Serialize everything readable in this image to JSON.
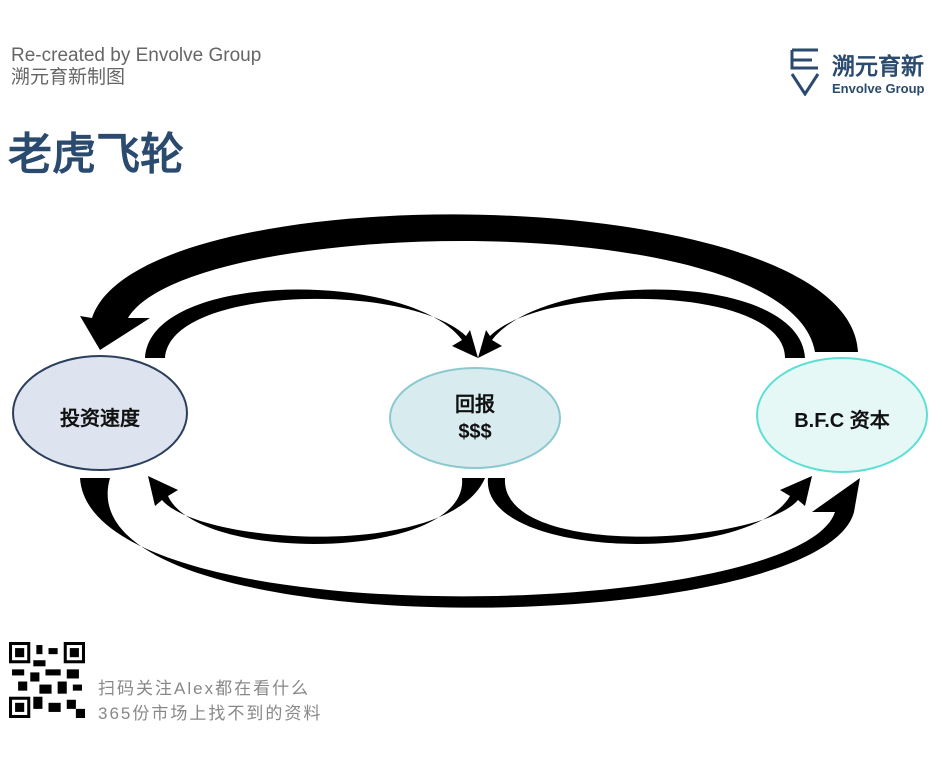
{
  "header": {
    "credit_en": "Re-created by Envolve Group",
    "credit_cn": "溯元育新制图",
    "title": "老虎飞轮"
  },
  "logo": {
    "name_cn": "溯元育新",
    "name_en": "Envolve Group"
  },
  "nodes": {
    "left": "投资速度",
    "center_line1": "回报",
    "center_line2": "$$$",
    "right": "B.F.C 资本"
  },
  "footer": {
    "line1": "扫码关注Alex都在看什么",
    "line2": "365份市场上找不到的资料"
  },
  "colors": {
    "title": "#2a4a6e",
    "left_fill": "#dde3ef",
    "center_fill": "#d8ecf0",
    "right_fill": "#e6f8f6"
  }
}
